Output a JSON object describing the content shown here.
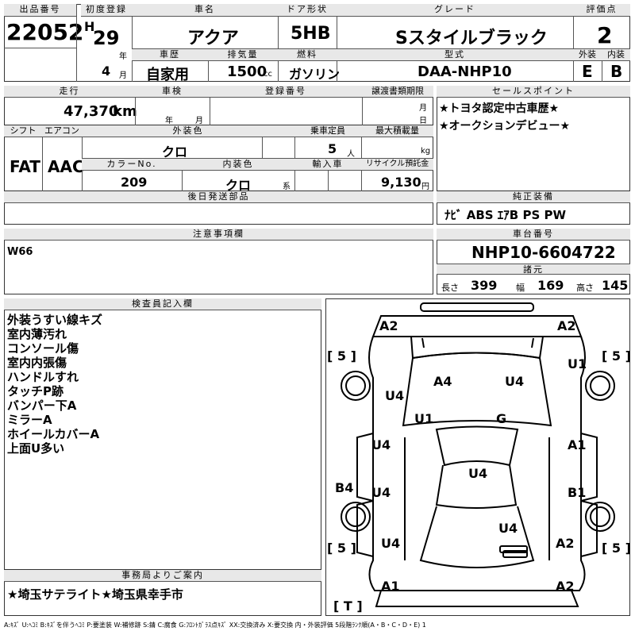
{
  "header": {
    "lot_label": "出品番号",
    "lot_number": "22052",
    "first_reg_label": "初度登録",
    "era": "H",
    "year": "29",
    "year_unit": "年",
    "month": "4",
    "month_unit": "月",
    "car_name_label": "車名",
    "car_name": "アクア",
    "door_label": "ドア形状",
    "door": "5HB",
    "grade_label": "グレード",
    "grade": "Sスタイルブラック",
    "score_label": "評価点",
    "score": "2",
    "history_label": "車歴",
    "history": "自家用",
    "displacement_label": "排気量",
    "displacement": "1500",
    "displacement_unit": "cc",
    "fuel_label": "燃料",
    "fuel": "ガソリン",
    "model_label": "型式",
    "model": "DAA-NHP10",
    "exterior_label": "外装",
    "exterior": "E",
    "interior_label": "内装",
    "interior": "B"
  },
  "row2": {
    "mileage_label": "走行",
    "mileage": "47,370",
    "mileage_unit": "km",
    "inspection_label": "車検",
    "insp_year_unit": "年",
    "insp_month_unit": "月",
    "reg_no_label": "登録番号",
    "transfer_label": "譲渡書類期限",
    "transfer_month_unit": "月",
    "transfer_day_unit": "日",
    "sales_label": "セールスポイント",
    "sales_points": [
      "★トヨタ認定中古車歴★",
      "★オークションデビュー★"
    ]
  },
  "row3": {
    "shift_label": "シフト",
    "shift": "FAT",
    "ac_label": "エアコン",
    "ac": "AAC",
    "ext_color_label": "外装色",
    "ext_color": "クロ",
    "capacity_label": "乗車定員",
    "capacity": "5",
    "capacity_unit": "人",
    "max_load_label": "最大積載量",
    "max_load_unit": "kg",
    "color_no_label": "カラーNo.",
    "color_no": "209",
    "int_color_label": "内装色",
    "int_color": "クロ",
    "int_color_unit": "系",
    "import_label": "輸入車",
    "recycle_label": "リサイクル預託金",
    "recycle": "9,130",
    "recycle_unit": "円"
  },
  "parts": {
    "later_label": "後日発送部品",
    "equipment_label": "純正装備",
    "equipment": "ﾅﾋﾞ ABS ｴｱB PS PW"
  },
  "notes": {
    "label": "注意事項欄",
    "text": "W66",
    "chassis_label": "車台番号",
    "chassis": "NHP10-6604722",
    "specs_label": "諸元",
    "length_label": "長さ",
    "length": "399",
    "width_label": "幅",
    "width": "169",
    "height_label": "高さ",
    "height": "145"
  },
  "inspector": {
    "label": "検査員記入欄",
    "items": [
      "外装うすい線キズ",
      "室内薄汚れ",
      "コンソール傷",
      "室内内張傷",
      "ハンドルすれ",
      "タッチP跡",
      "バンパー下A",
      "ミラーA",
      "ホイールカバーA",
      "上面U多い"
    ]
  },
  "office": {
    "label": "事務局よりご案内",
    "text": "★埼玉サテライト★埼玉県幸手市"
  },
  "legend": "A:ｷｽﾞ U:ﾍｺﾐ B:ｷｽﾞを伴うﾍｺﾐ P:要塗装 W:補修跡 S:錆 C:腐食 G:ﾌﾛﾝﾄｶﾞﾗｽ点ｷｽﾞ XX:交換済み X:要交換 内・外装評価 5段階ﾗﾝｸ順(A・B・C・D・E) 1",
  "diagram": {
    "marks": {
      "front_left": "A2",
      "front_right": "A2",
      "hood_left": "A4",
      "hood_right": "U4",
      "fender_fl": "U4",
      "fender_fr": "U1",
      "pillar_l": "U1",
      "windshield": "G",
      "door_fl": "U4",
      "door_fr": "A1",
      "roof": "U4",
      "door_rl": "U4",
      "door_rr": "B1",
      "sill_l": "B4",
      "trunk": "U4",
      "rear_fender_l": "U4",
      "rear_fender_r": "A2",
      "rear_l": "A1",
      "rear_r": "A2"
    },
    "tire_fl": "[ 5 ]",
    "tire_fr": "[ 5 ]",
    "tire_rl": "[ 5 ]",
    "tire_rr": "[ 5 ]",
    "spare": "[ T ]"
  }
}
